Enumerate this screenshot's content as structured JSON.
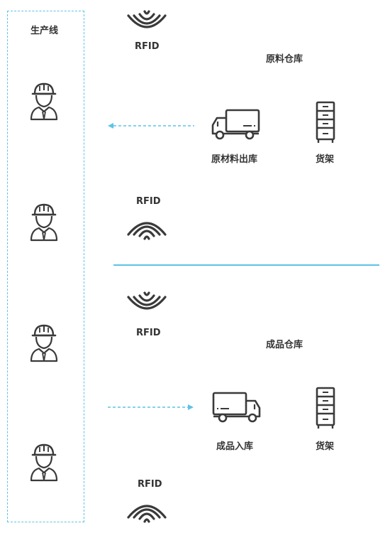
{
  "production_line": {
    "label": "生产线",
    "workers": [
      {
        "icon": "worker-icon"
      },
      {
        "icon": "worker-icon"
      },
      {
        "icon": "worker-icon"
      },
      {
        "icon": "worker-icon"
      }
    ]
  },
  "rfid": {
    "label": "RFID",
    "icon": "rfid-icon"
  },
  "raw_warehouse": {
    "title": "原料仓库",
    "truck_label": "原材料出库",
    "shelf_label": "货架"
  },
  "finished_warehouse": {
    "title": "成品仓库",
    "truck_label": "成品入库",
    "shelf_label": "货架"
  },
  "colors": {
    "accent": "#5cc3e6",
    "icon": "#3a3a3a"
  }
}
